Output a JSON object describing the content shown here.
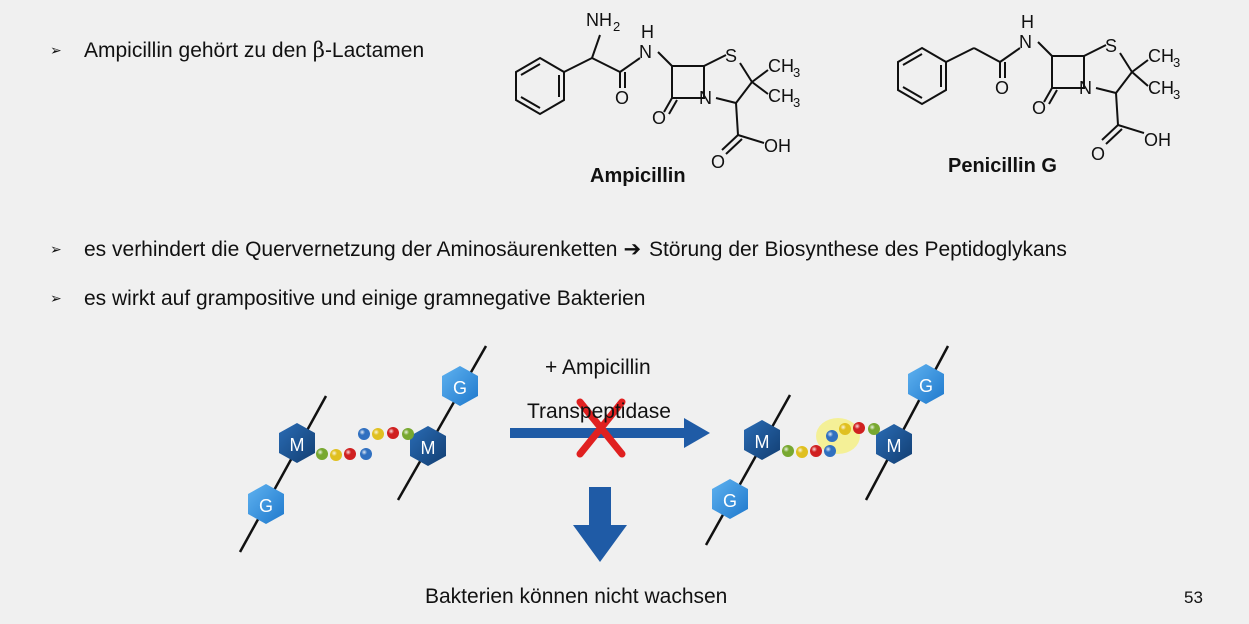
{
  "bullets": [
    {
      "marker": "➢",
      "text_before": "Ampicillin gehört zu den ",
      "beta": "β",
      "text_after": "-Lactamen"
    },
    {
      "marker": "➢",
      "text": "es verhindert die Quervernetzung der Aminosäurenketten",
      "arrow": "➔",
      "text2": "Störung der Biosynthese des Peptidoglykans"
    },
    {
      "marker": "➢",
      "text": "es wirkt auf grampositive und einige gramnegative Bakterien"
    }
  ],
  "molecules": {
    "ampicillin": {
      "name": "Ampicillin",
      "atoms": {
        "nh2": "NH",
        "nh2_sub": "2",
        "h": "H",
        "n": "N",
        "o1": "O",
        "o2": "O",
        "s": "S",
        "ch3a": "CH",
        "ch3a_sub": "3",
        "ch3b": "CH",
        "ch3b_sub": "3",
        "n_ring": "N",
        "o_acid": "O",
        "oh": "OH"
      }
    },
    "penicillin_g": {
      "name": "Penicillin G",
      "atoms": {
        "h": "H",
        "n": "N",
        "o1": "O",
        "o2": "O",
        "s": "S",
        "ch3a": "CH",
        "ch3a_sub": "3",
        "ch3b": "CH",
        "ch3b_sub": "3",
        "n_ring": "N",
        "o_acid": "O",
        "oh": "OH"
      }
    }
  },
  "diagram": {
    "plus_label": "+ Ampicillin",
    "enzyme_label": "Transpeptidase",
    "result_label": "Bakterien können nicht wachsen",
    "nodes": {
      "m": "M",
      "g": "G"
    },
    "colors": {
      "arrow": "#1f5ba6",
      "cross": "#e02020",
      "m_dark": "#1a4f8c",
      "g_light": "#2e8fe0",
      "highlight": "#f5f07a"
    }
  },
  "page_number": "53"
}
